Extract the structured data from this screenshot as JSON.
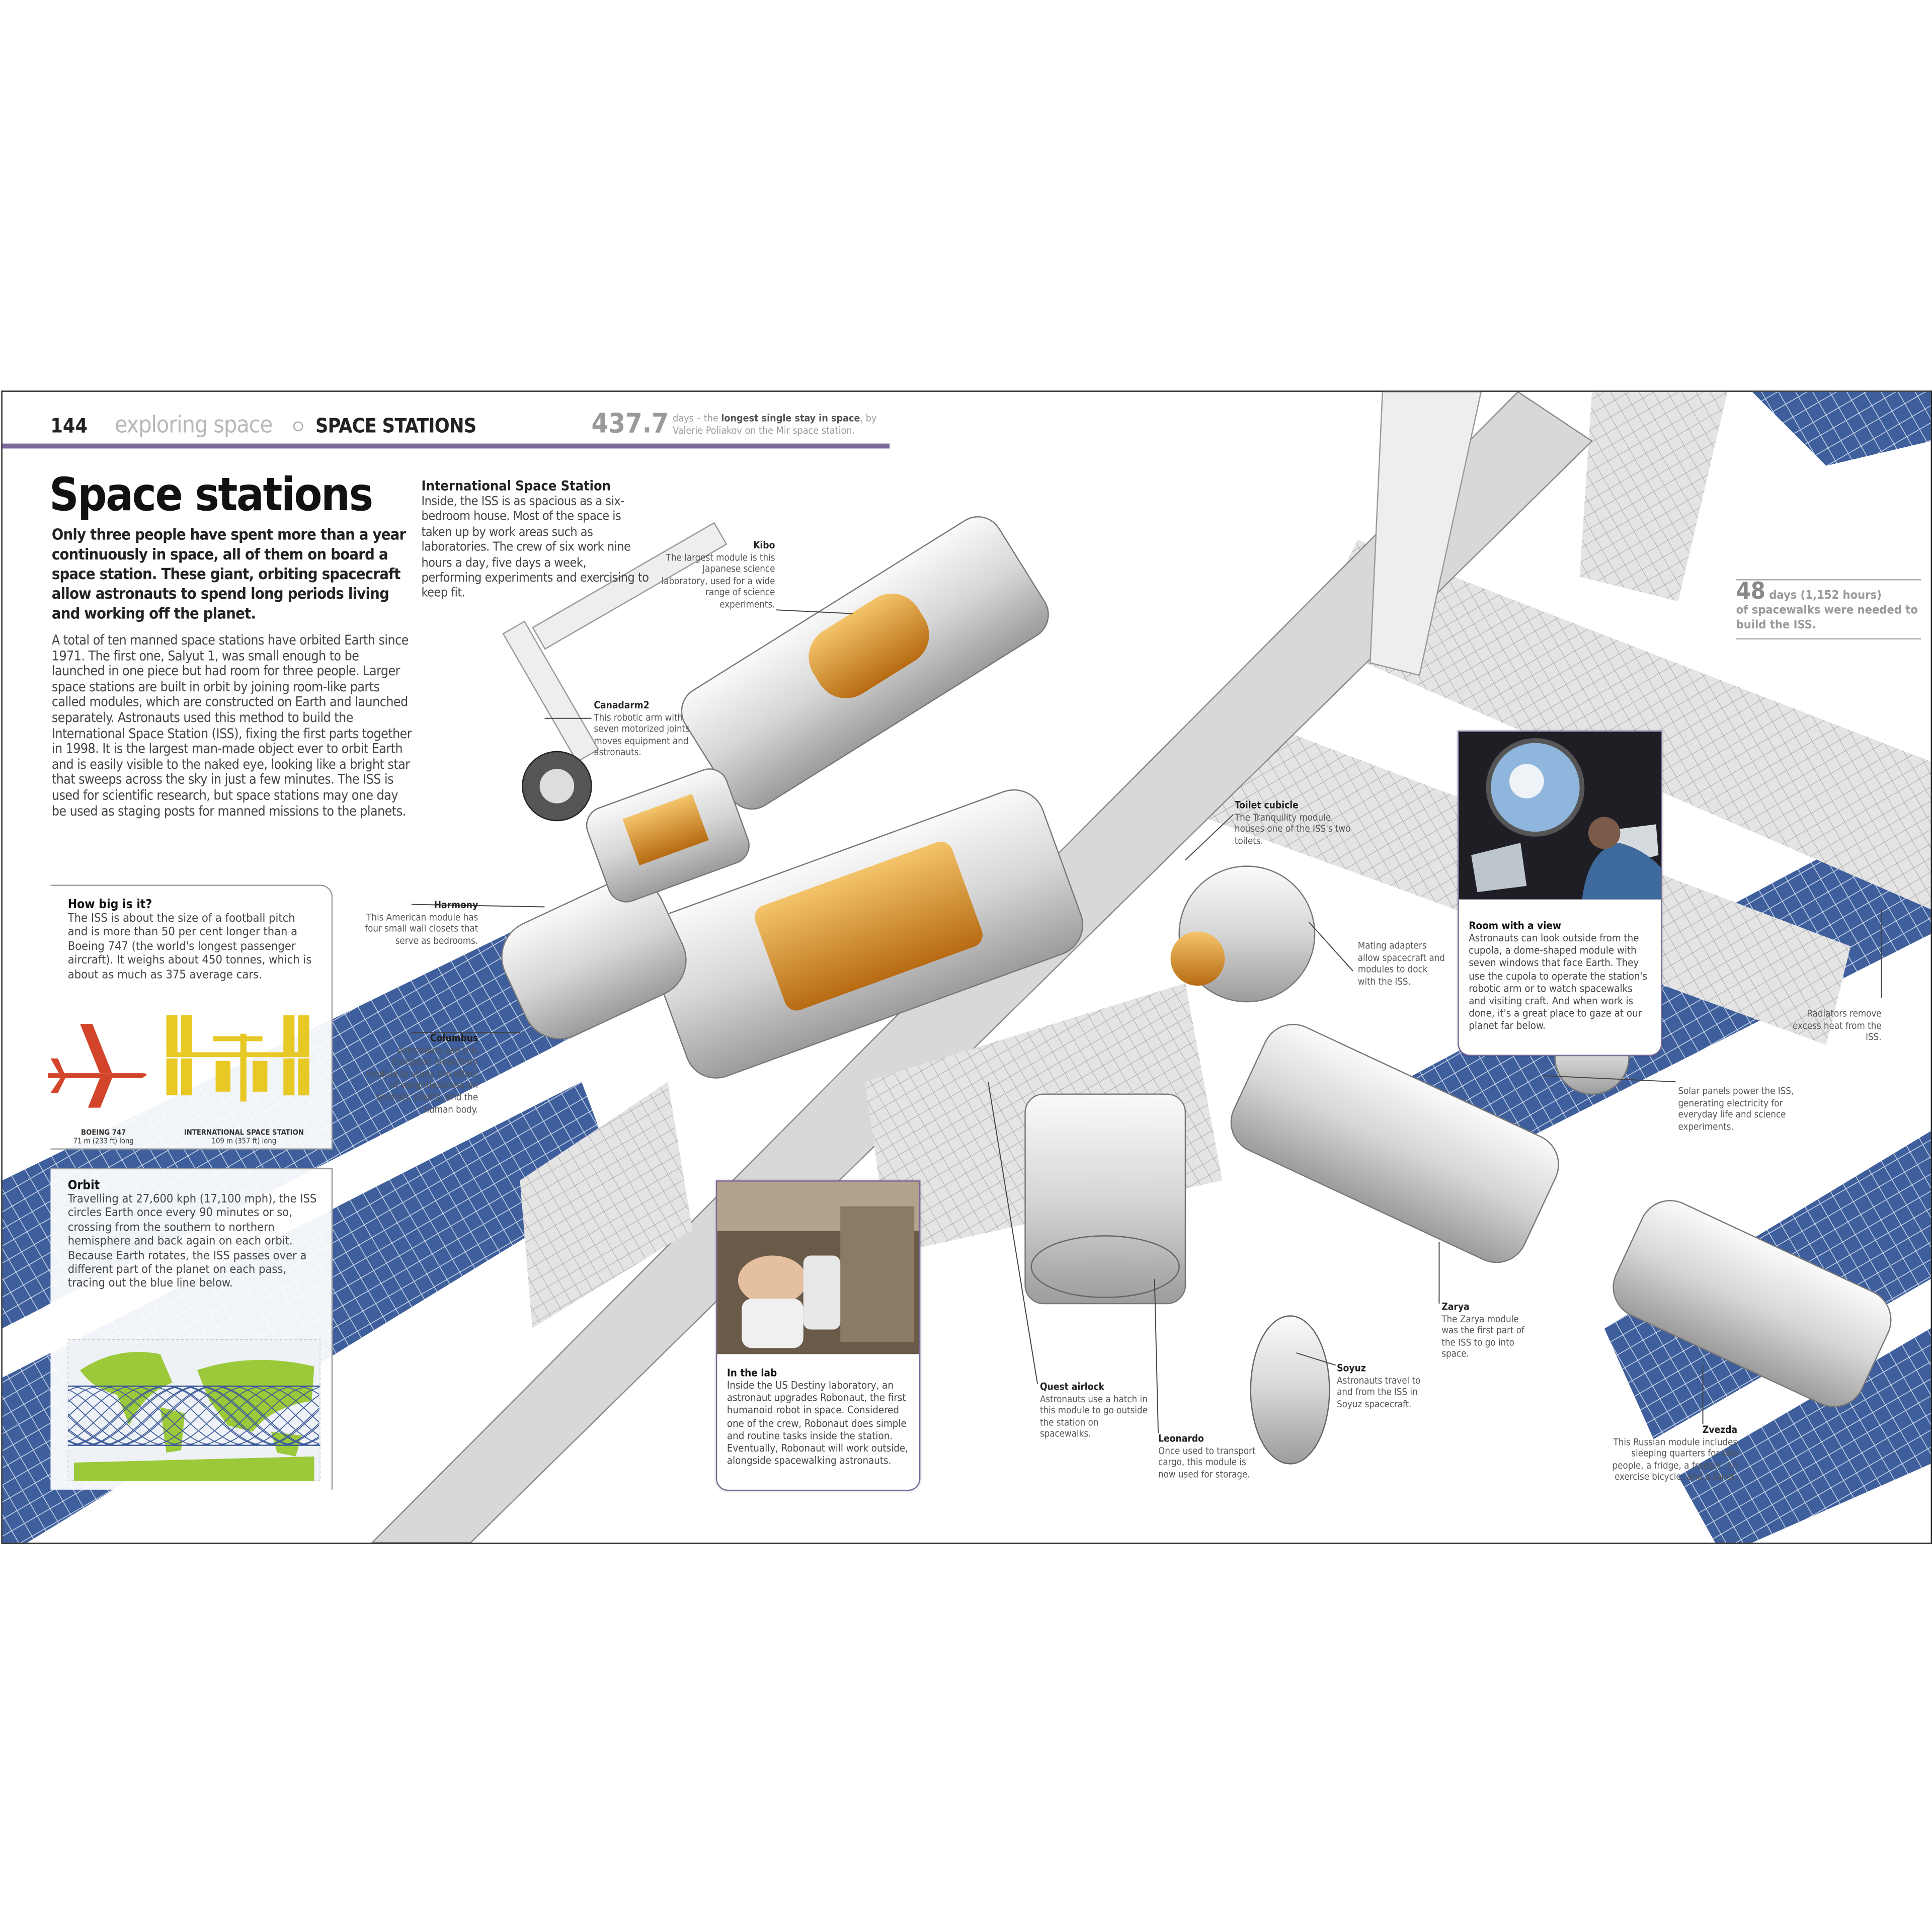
{
  "header": {
    "page_number": "144",
    "section": "exploring space",
    "title": "SPACE STATIONS",
    "fact_number": "437.7",
    "fact_pre": "days – the ",
    "fact_bold": "longest single stay in space",
    "fact_post": ", by Valerie Poliakov on the Mir space station.",
    "accent_color": "#7c6a9c"
  },
  "article": {
    "title": "Space stations",
    "intro": "Only three people have spent more than a year continuously in space, all of them on board a space station. These giant, orbiting spacecraft allow astronauts to spend long periods living and working off the planet.",
    "body": "A total of ten manned space stations have orbited Earth since 1971. The first one, Salyut 1, was small enough to be launched in one piece but had room for three people. Larger space stations are built in orbit by joining room-like parts called modules, which are constructed on Earth and launched separately. Astronauts used this method to build the International Space Station (ISS), fixing the first parts together in 1998. It is the largest man-made object ever to orbit Earth and is easily visible to the naked eye, looking like a bright star that sweeps across the sky in just a few minutes. The ISS is used for scientific research, but space stations may one day be used as staging posts for manned missions to the planets."
  },
  "iss": {
    "heading": "International Space Station",
    "text": "Inside, the ISS is as spacious as a six-bedroom house. Most of the space is taken up by work areas such as laboratories. The crew of six work nine hours a day, five days a week, performing experiments and exercising to keep fit."
  },
  "how_big": {
    "heading": "How big is it?",
    "text": "The ISS is about the size of a football pitch and is more than 50 per cent longer than a Boeing 747 (the world's longest passenger aircraft). It weighs about 450 tonnes, which is about as much as 375 average cars.",
    "plane_label": "BOEING 747",
    "plane_size": "71 m (233 ft) long",
    "iss_label": "INTERNATIONAL SPACE STATION",
    "iss_size": "109 m (357 ft) long",
    "plane_color": "#d2452a",
    "iss_color": "#e8c825"
  },
  "orbit": {
    "heading": "Orbit",
    "text": "Travelling at 27,600 kph (17,100 mph), the ISS circles Earth once every 90 minutes or so, crossing from the southern to northern hemisphere and back again on each orbit. Because Earth rotates, the ISS passes over a different part of the planet on each pass, tracing out the blue line below.",
    "land_color": "#9cc93a",
    "track_color": "#3d5a9a"
  },
  "labels": {
    "kibo": {
      "title": "Kibo",
      "text": "The largest module is this Japanese science laboratory, used for a wide range of science experiments."
    },
    "canadarm": {
      "title": "Canadarm2",
      "text": "This robotic arm with seven motorized joints moves equipment and astronauts."
    },
    "toilet": {
      "title": "Toilet cubicle",
      "text": "The Tranquility module houses one of the ISS's two toilets."
    },
    "harmony": {
      "title": "Harmony",
      "text": "This American module has four small wall closets that serve as bedrooms."
    },
    "mating": {
      "text": "Mating adapters allow spacecraft and modules to dock with the ISS."
    },
    "columbus": {
      "title": "Columbus",
      "text": "Astronauts use this European laboratory module to study the effect of weightlessness on animals, plants, and the human body."
    },
    "radiators": {
      "text": "Radiators remove excess heat from the ISS."
    },
    "solar": {
      "text": "Solar panels power the ISS, generating electricity for everyday life and science experiments."
    },
    "quest": {
      "title": "Quest airlock",
      "text": "Astronauts use a hatch in this module to go outside the station on spacewalks."
    },
    "soyuz": {
      "title": "Soyuz",
      "text": "Astronauts travel to and from the ISS in Soyuz spacecraft."
    },
    "zarya": {
      "title": "Zarya",
      "text": "The Zarya module was the first part of the ISS to go into space."
    },
    "leonardo": {
      "title": "Leonardo",
      "text": "Once used to transport cargo, this module is now used for storage."
    },
    "zvezda": {
      "title": "Zvezda",
      "text": "This Russian module includes sleeping quarters for two people, a fridge, a freezer, an exercise bicycle, and a toilet."
    }
  },
  "cupola_card": {
    "heading": "Room with a view",
    "text": "Astronauts can look outside from the cupola, a dome-shaped module with seven windows that face Earth. They use the cupola to operate the station's robotic arm or to watch spacewalks and visiting craft. And when work is done, it's a great place to gaze at our planet far below."
  },
  "lab_card": {
    "heading": "In the lab",
    "text": "Inside the US Destiny laboratory, an astronaut upgrades Robonaut, the first humanoid robot in space. Considered one of the crew, Robonaut does simple and routine tasks inside the station. Eventually, Robonaut will work outside, alongside spacewalking astronauts."
  },
  "stat": {
    "number": "48",
    "text1": " days (1,152 hours)",
    "text2": "of spacewalks were needed to build the ISS."
  }
}
